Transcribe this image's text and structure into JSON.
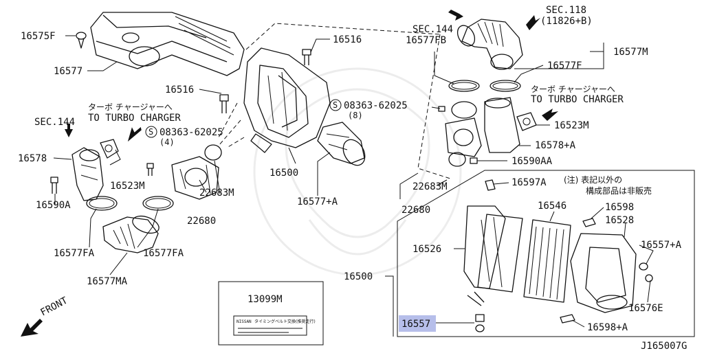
{
  "diagram_id": "J165007G",
  "labels": {
    "p16575F": "16575F",
    "p16577": "16577",
    "p16516a": "16516",
    "p16516b": "16516",
    "sec144_left": "SEC.144",
    "sec144_right": "SEC.144",
    "sec118": "SEC.118",
    "sec118_sub": "(11826+B)",
    "p16577FB": "16577FB",
    "p16577M": "16577M",
    "p16577F": "16577F",
    "jp_turbo_left": "ターボ チャージャーへ",
    "en_turbo_left": "TO TURBO CHARGER",
    "jp_turbo_right": "ターボ チャージャーへ",
    "en_turbo_right": "TO TURBO CHARGER",
    "s08363_left": "08363-62025",
    "s08363_left_qty": "(4)",
    "s08363_right": "08363-62025",
    "s08363_right_qty": "(8)",
    "p16523M_left": "16523M",
    "p16523M_right": "16523M",
    "p16578": "16578",
    "p16578A": "16578+A",
    "p16590A": "16590A",
    "p16590AA": "16590AA",
    "p22683M_left": "22683M",
    "p22683M_right": "22683M",
    "p22680_left": "22680",
    "p22680_right": "22680",
    "p16500_top": "16500",
    "p16500_box": "16500",
    "p16577A": "16577+A",
    "p16597A": "16597A",
    "note_jp_1": "(注) 表記以外の",
    "note_jp_2": "構成部品は非販売",
    "p16546": "16546",
    "p16598": "16598",
    "p16528": "16528",
    "p16526": "16526",
    "p16557A": "16557+A",
    "p16576E": "16576E",
    "p16598A": "16598+A",
    "p16557": "16557",
    "p16577FA_left": "16577FA",
    "p16577FA_right": "16577FA",
    "p16577MA": "16577MA",
    "p13099M": "13099M",
    "front": "FRONT",
    "sticker_brand": "NISSAN",
    "sticker_text": "タイミングベルト交換(推奨走行)",
    "s_mark": "S"
  }
}
